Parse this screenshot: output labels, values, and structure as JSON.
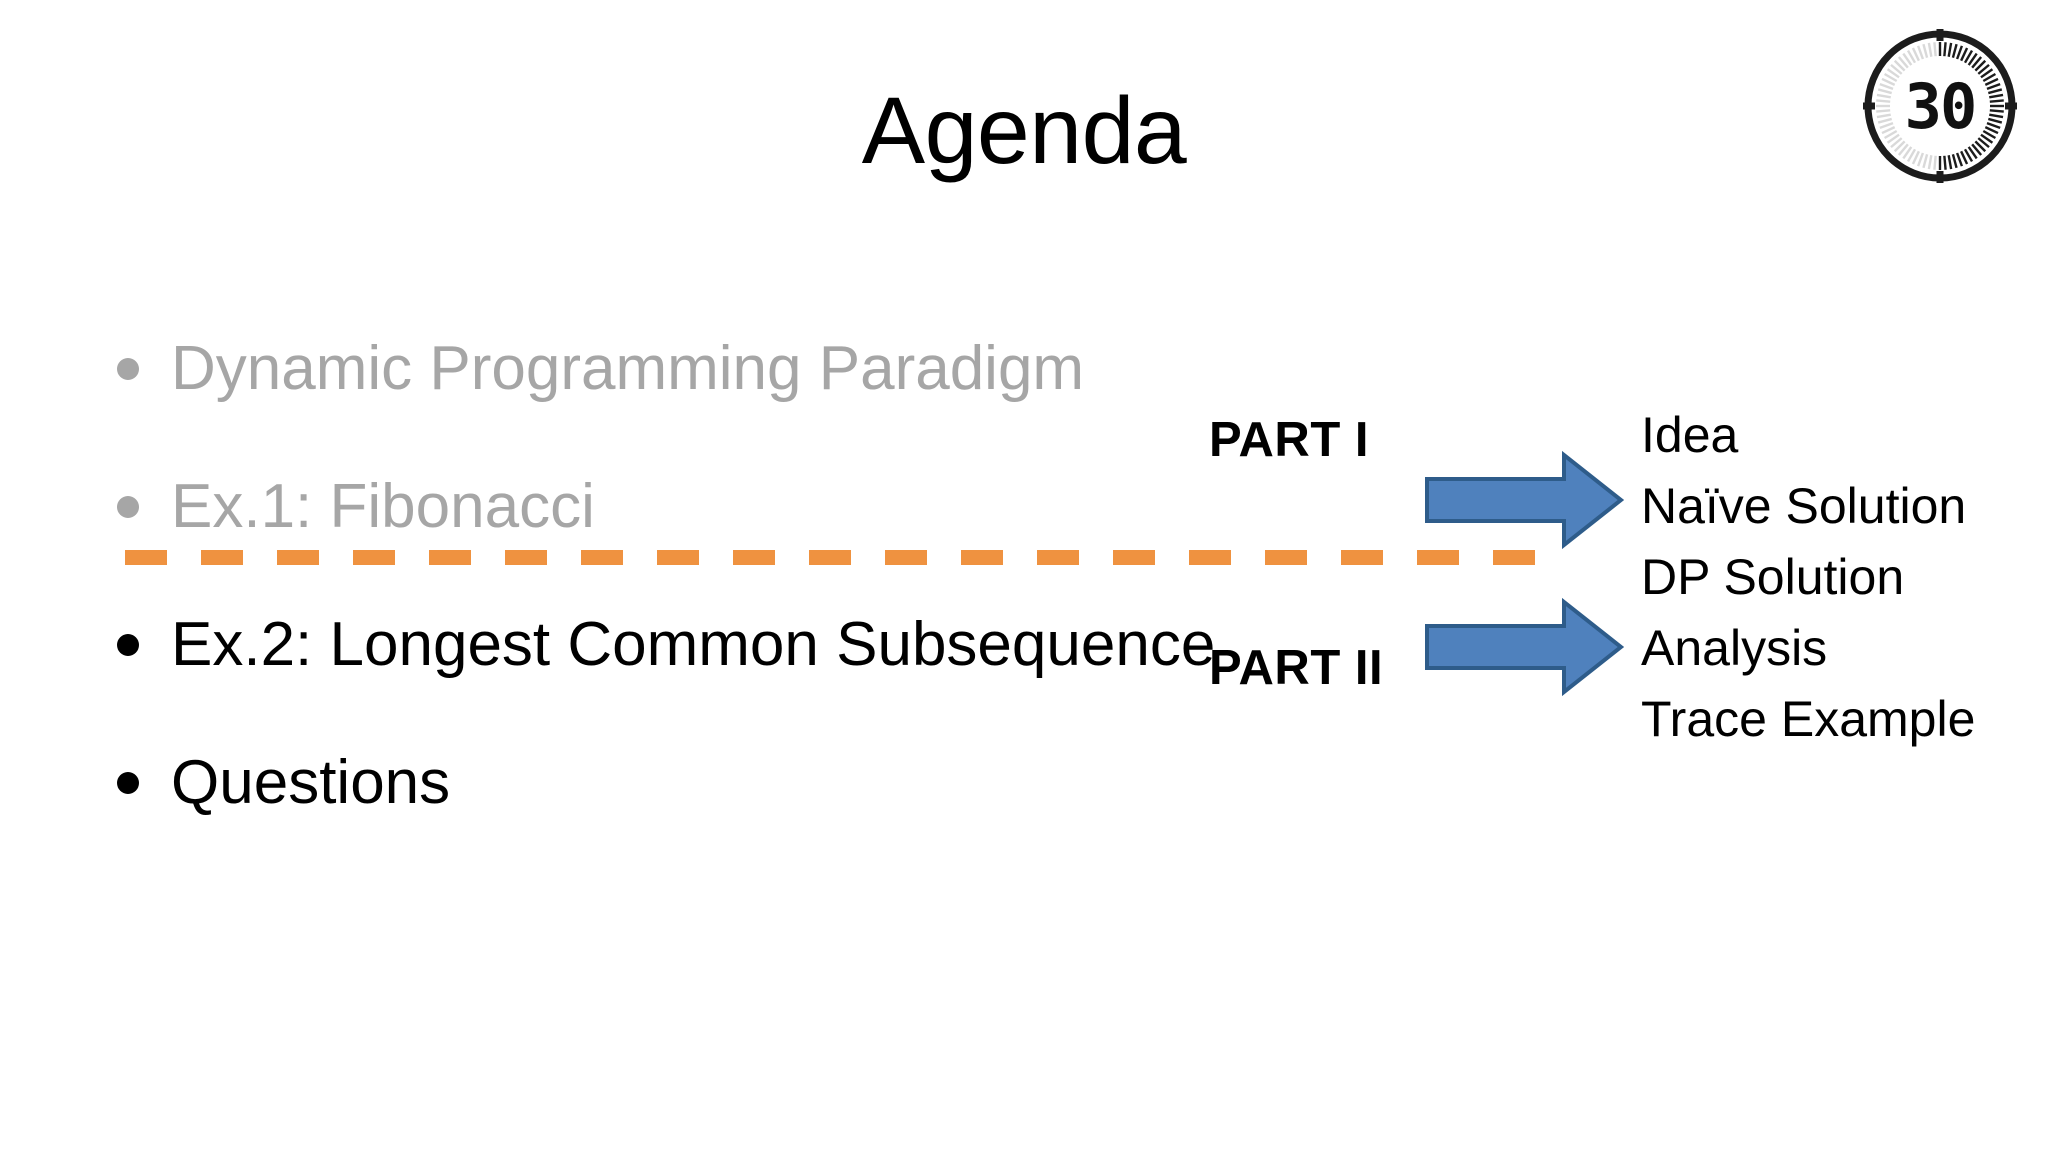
{
  "slide": {
    "title": "Agenda",
    "background_color": "#ffffff"
  },
  "timer_badge": {
    "icon": "stopwatch-icon",
    "value": "30"
  },
  "colors": {
    "dim_text": "#a6a6a6",
    "active_text": "#000000",
    "divider_orange": "#ef9240",
    "arrow_fill": "#4f81bd",
    "arrow_border": "#2e5c8a"
  },
  "agenda": {
    "items": [
      {
        "label": "Dynamic Programming Paradigm",
        "state": "dim"
      },
      {
        "label": "Ex.1: Fibonacci",
        "state": "dim"
      },
      {
        "label": "Ex.2: Longest Common Subsequence",
        "state": "active"
      },
      {
        "label": "Questions",
        "state": "active"
      }
    ]
  },
  "parts": {
    "part_one_label": "PART I",
    "part_two_label": "PART II"
  },
  "subtopics": {
    "items": [
      "Idea",
      "Naïve Solution",
      "DP Solution",
      "Analysis",
      "Trace Example"
    ]
  }
}
